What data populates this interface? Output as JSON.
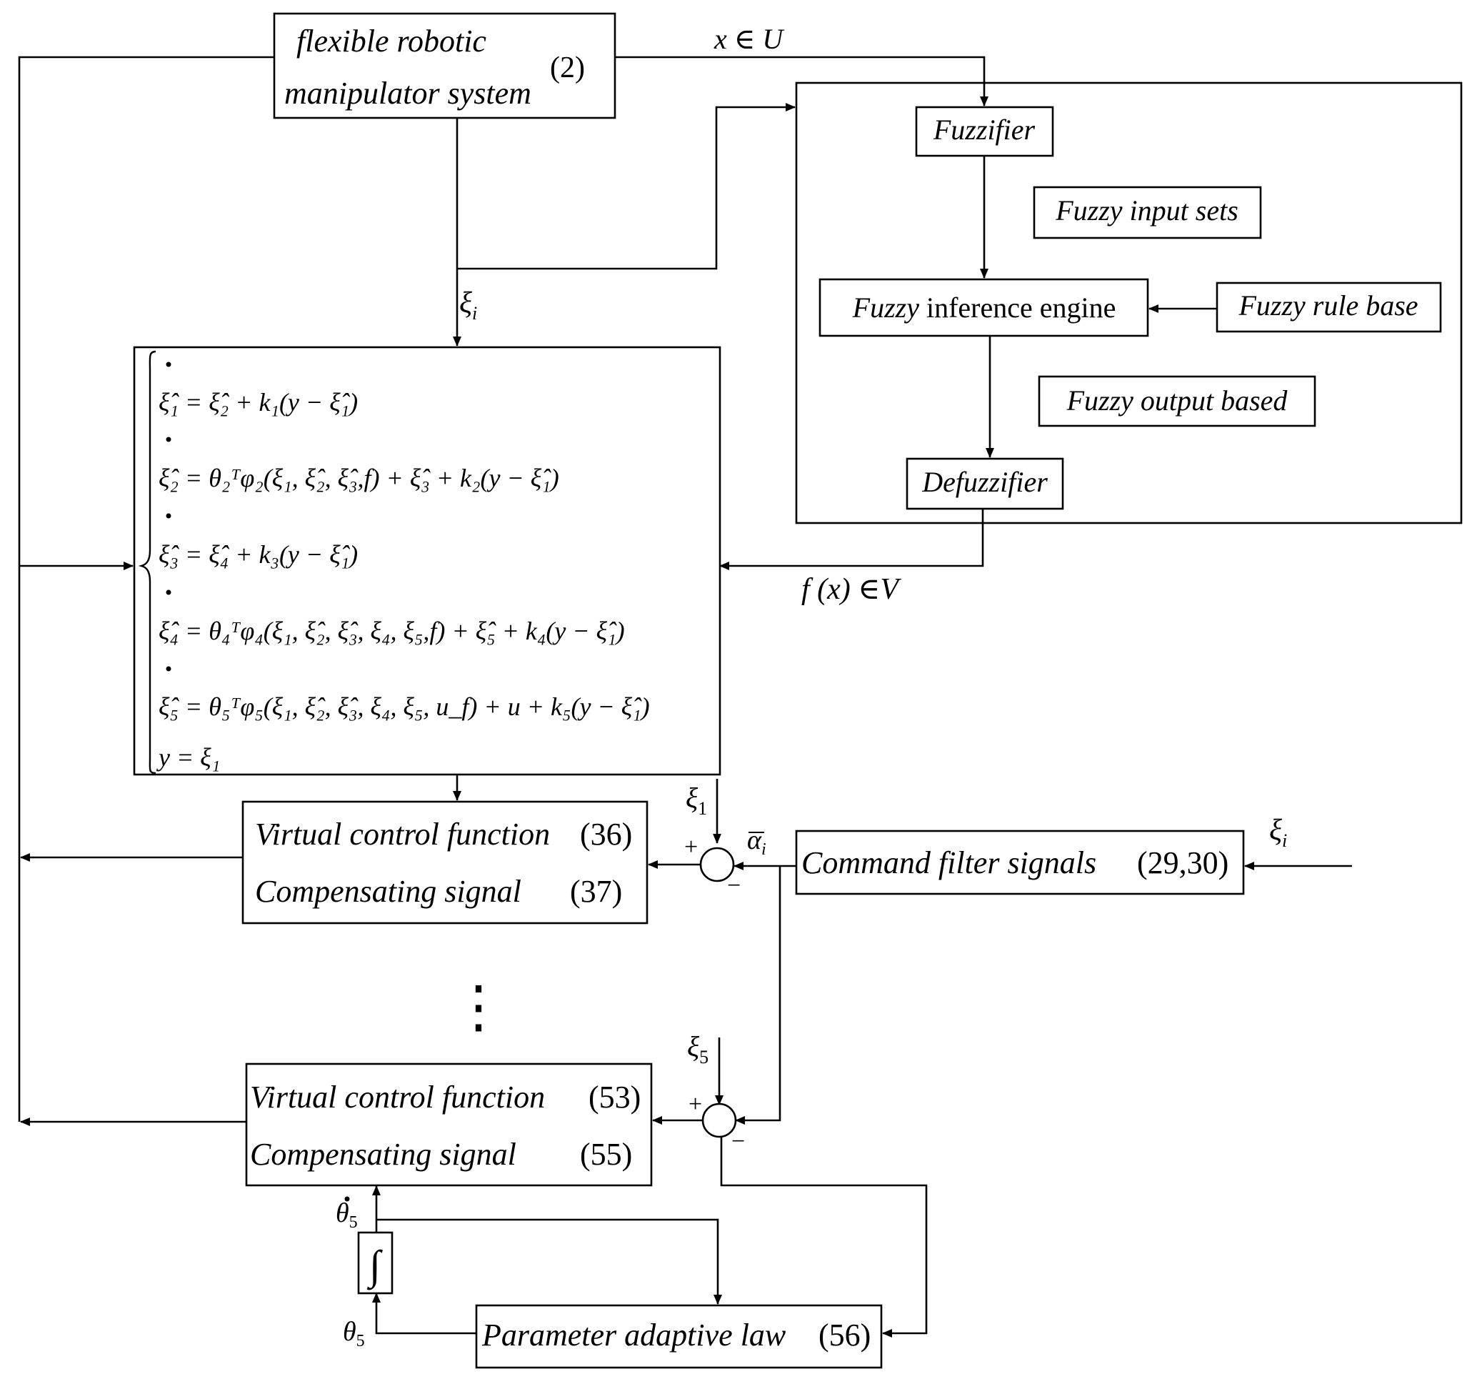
{
  "blocks": {
    "plant": {
      "line1": "flexible robotic",
      "line2": "manipulator system",
      "ref": "(2)"
    },
    "fuzzifier": "Fuzzifier",
    "fuzzy_input_sets": "Fuzzy input sets",
    "inference_engine": {
      "italic": "Fuzzy",
      "rest": " inference engine"
    },
    "rule_base": "Fuzzy rule base",
    "fuzzy_output": "Fuzzy output based",
    "defuzzifier": "Defuzzifier",
    "vcf1": {
      "line1": "Virtual control  function",
      "ref1": "(36)",
      "line2": "Compensating signal",
      "ref2": "(37)"
    },
    "command_filter": {
      "label": "Command  filter signals",
      "ref": "(29,30)"
    },
    "vcf5": {
      "line1": "Virtual control  function",
      "ref1": "(53)",
      "line2": "Compensating signal",
      "ref2": "(55)"
    },
    "adaptive_law": {
      "label": "Parameter adaptive law",
      "ref": "(56)"
    },
    "integrator": "∫"
  },
  "signals": {
    "x_in_U": "x ∈ U",
    "xi_i_top": "ξ",
    "xi_i_top_sub": "i",
    "f_x_in_V": "f (x) ∈V",
    "xi_1": "ξ",
    "xi_1_sub": "1",
    "alpha_bar": "α",
    "alpha_bar_sub": "i",
    "xi_i_right": "ξ",
    "xi_i_right_sub": "i",
    "xi_5": "ξ",
    "xi_5_sub": "5",
    "theta5_dot": "θ",
    "theta5_dot_sub": "5",
    "theta5": "θ",
    "theta5_sub": "5",
    "plus": "+",
    "minus": "−",
    "ellipsis": "⋮"
  },
  "observer": {
    "equations": [
      "ξ̂₁ = ξ̂₂ + k₁(y − ξ̂₁)",
      "ξ̂₂ = θ₂ᵀφ₂(ξ₁, ξ̂₂, ξ̂₃,f) + ξ̂₃ + k₂(y − ξ̂₁)",
      "ξ̂₃ = ξ̂₄ + k₃(y − ξ̂₁)",
      "ξ̂₄ = θ₄ᵀφ₄(ξ₁, ξ̂₂, ξ̂₃, ξ₄, ξ₅,f) + ξ̂₅ + k₄(y − ξ̂₁)",
      "ξ̂₅ = θ₅ᵀφ₅(ξ₁, ξ̂₂, ξ̂₃, ξ₄, ξ₅, u_f) + u + k₅(y − ξ̂₁)",
      "y = ξ₁"
    ]
  }
}
